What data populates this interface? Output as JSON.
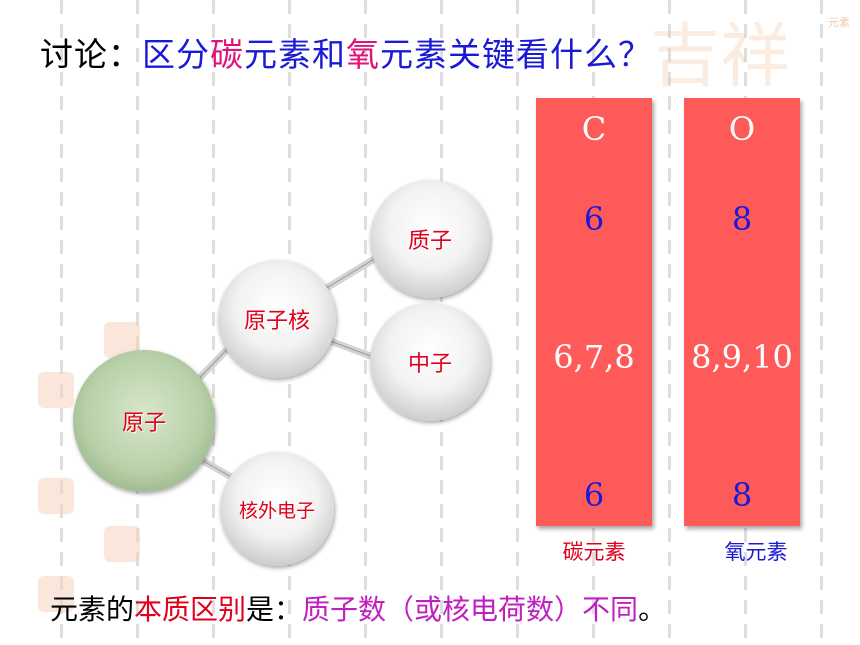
{
  "title": {
    "part1": "讨论：",
    "part2": "区分",
    "part3": "碳",
    "part4": "元素和",
    "part5": "氧",
    "part6": "元素关键看什么？"
  },
  "top_right_tag": "元素",
  "tree": {
    "root": "原子",
    "nucleus": "原子核",
    "proton": "质子",
    "neutron": "中子",
    "electron": "核外电子"
  },
  "carbon_bar": {
    "symbol": "C",
    "protons": "6",
    "neutrons": "6,7,8",
    "electrons": "6",
    "label": "碳元素"
  },
  "oxygen_bar": {
    "symbol": "O",
    "protons": "8",
    "neutrons": "8,9,10",
    "electrons": "8",
    "label": "氧元素"
  },
  "conclusion": {
    "part1": "元素的",
    "part2": "本质区别",
    "part3": "是：",
    "part4": "质子数（或核电荷数）不同",
    "part5": "。"
  },
  "colors": {
    "bar": "#ff5a5a",
    "blue_text": "#1a1ad6",
    "red_text": "#e0001a",
    "magenta_text": "#e0137a",
    "purple_text": "#c020c0"
  }
}
